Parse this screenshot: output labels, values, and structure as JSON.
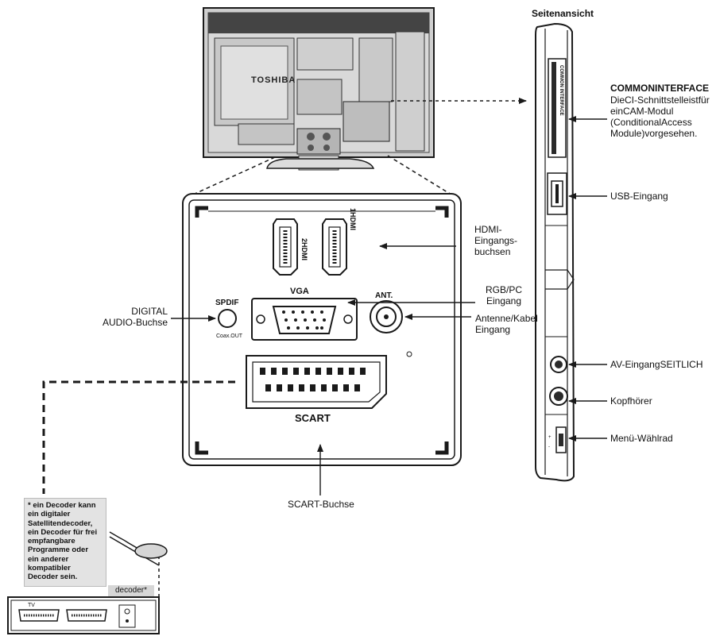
{
  "labels": {
    "side_view_title": "Seitenansicht",
    "common_interface_title": "COMMONINTERFACE",
    "common_interface_desc": [
      "DieCI-Schnittstelleistfür",
      "einCAM-Modul",
      "(ConditionalAccess",
      "Module)vorgesehen."
    ],
    "usb": "USB-Eingang",
    "hdmi_inputs": [
      "HDMI-",
      "Eingangs-",
      "buchsen"
    ],
    "rgb_pc": [
      "RGB/PC",
      "Eingang"
    ],
    "antenna": [
      "Antenne/Kabel",
      "Eingang"
    ],
    "digital_audio": [
      "DIGITAL",
      "AUDIO-Buchse"
    ],
    "av_side": "AV-EingangSEITLICH",
    "headphones": "Kopfhörer",
    "menu_wheel": "Menü-Wählrad",
    "scart_socket": "SCART-Buchse"
  },
  "panel": {
    "hdmi1": "1HDMI",
    "hdmi2": "2HDMI",
    "spdif": "SPDIF",
    "coax_out": "Coax.OUT",
    "vga": "VGA",
    "ant": "ANT.",
    "scart": "SCART"
  },
  "tv": {
    "brand": "TOSHIBA"
  },
  "side_panel": {
    "ci_slot_text": "COMMON INTERFACE"
  },
  "decoder": {
    "note_lines": [
      "* ein Decoder kann",
      "ein digitaler",
      "Satellitendecoder,",
      "ein Decoder für frei",
      "empfangbare",
      "Programme oder",
      "ein anderer",
      "kompatibler",
      "Decoder sein."
    ],
    "tag": "decoder*",
    "tv_label": "TV"
  },
  "colors": {
    "line": "#1a1a1a",
    "panel_fill": "#ffffff",
    "tv_gray": "#d9d9d9",
    "note_bg": "#e3e3e3"
  }
}
